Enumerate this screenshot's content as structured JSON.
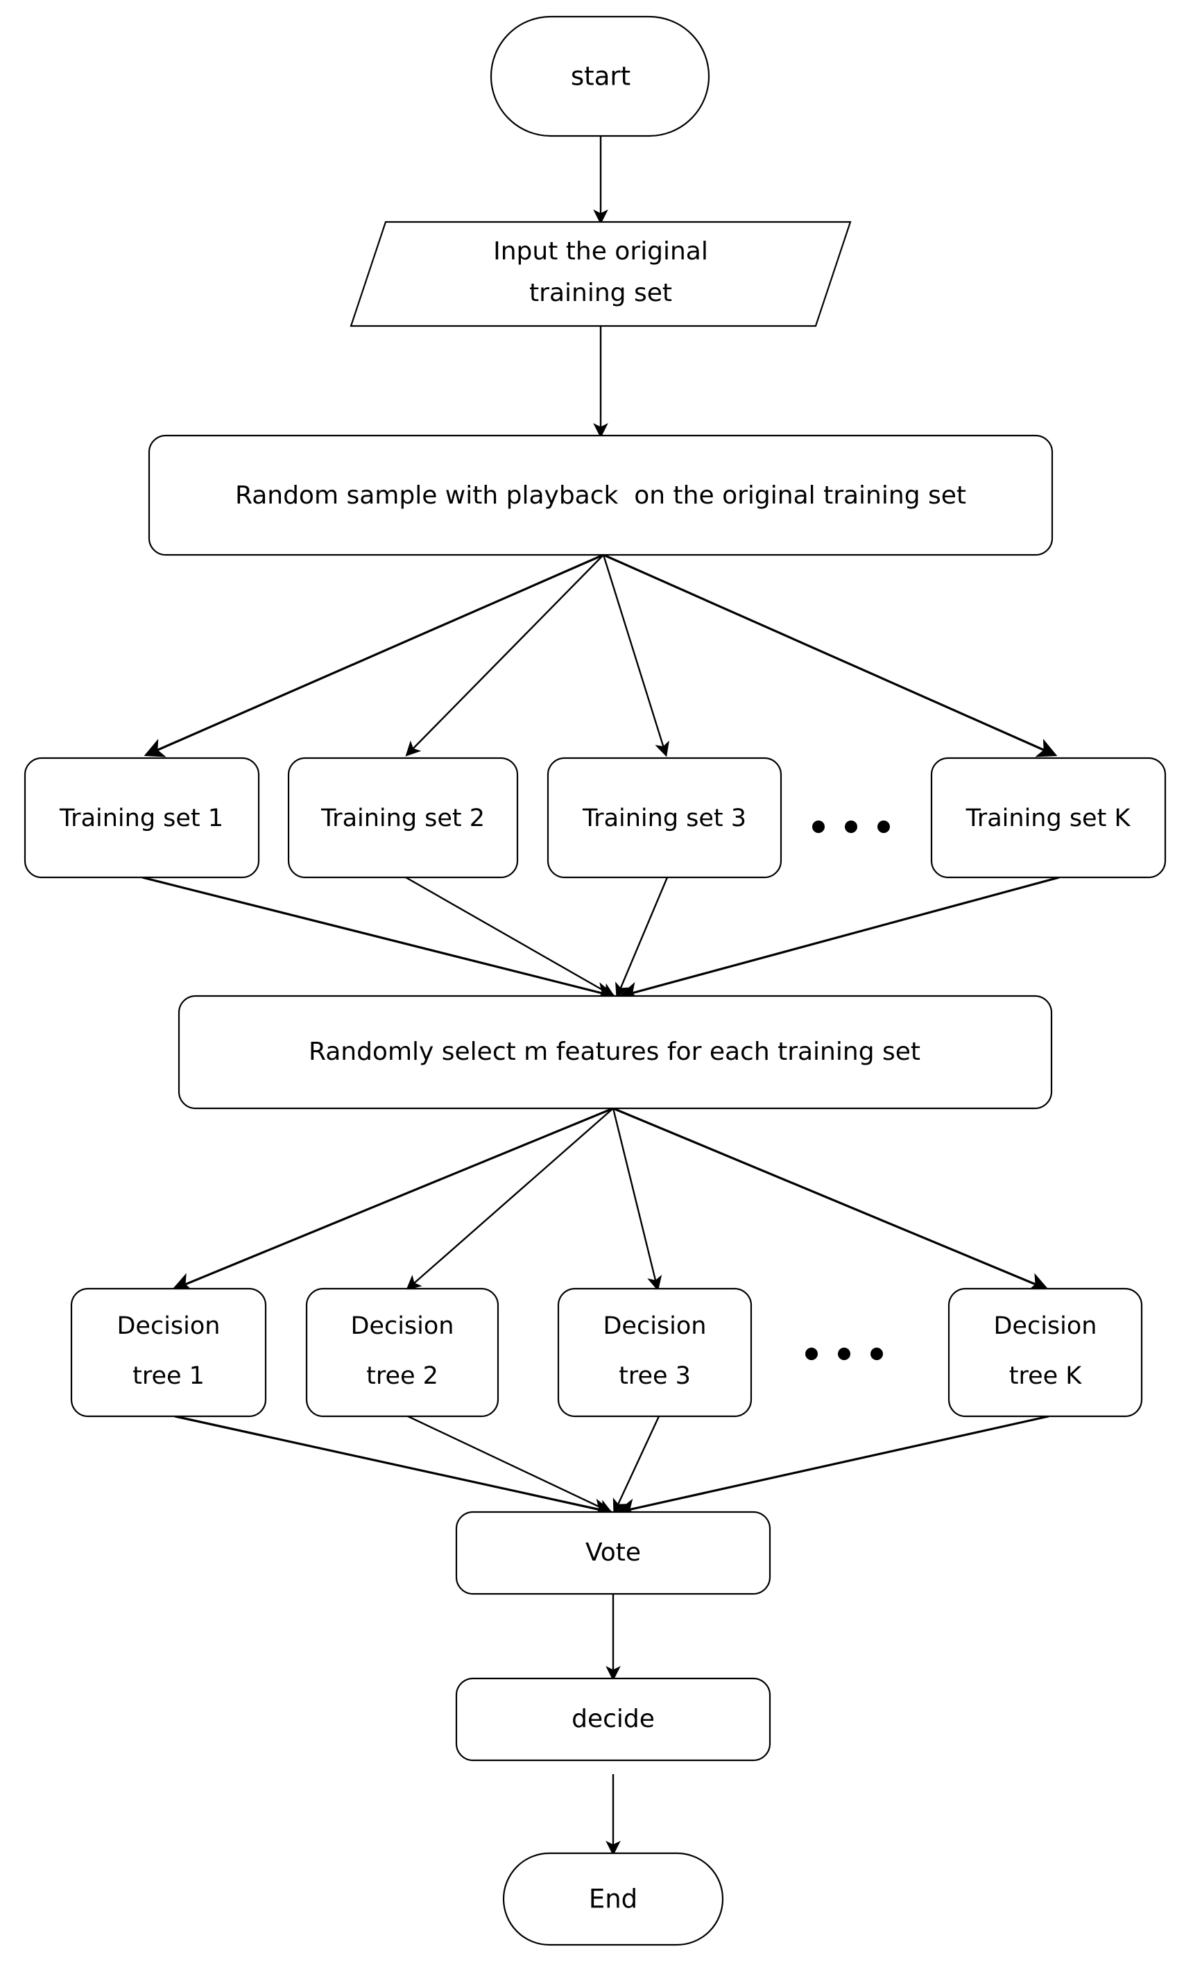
{
  "diagram": {
    "title": "Random Forest Algorithm Flowchart",
    "background_color": "#ffffff",
    "stroke_color": "#000000",
    "fill_color": "#ffffff"
  },
  "nodes": {
    "start": {
      "label": "start",
      "shape": "terminator"
    },
    "input": {
      "line1": "Input the original",
      "line2": "training set",
      "shape": "parallelogram"
    },
    "random_sample": {
      "label": "Random sample with playback  on the original training set",
      "shape": "rounded-rect"
    },
    "training_sets": [
      {
        "label": "Training set 1",
        "shape": "rounded-rect"
      },
      {
        "label": "Training set 2",
        "shape": "rounded-rect"
      },
      {
        "label": "Training set 3",
        "shape": "rounded-rect"
      },
      {
        "label": "Training set K",
        "shape": "rounded-rect"
      }
    ],
    "training_ellipsis": "• • •",
    "select_features": {
      "label": "Randomly select m features for each training set",
      "shape": "rounded-rect"
    },
    "decision_trees": [
      {
        "line1": "Decision",
        "line2": "tree 1",
        "shape": "rounded-rect"
      },
      {
        "line1": "Decision",
        "line2": "tree 2",
        "shape": "rounded-rect"
      },
      {
        "line1": "Decision",
        "line2": "tree 3",
        "shape": "rounded-rect"
      },
      {
        "line1": "Decision",
        "line2": "tree K",
        "shape": "rounded-rect"
      }
    ],
    "tree_ellipsis": "• • •",
    "vote": {
      "label": "Vote",
      "shape": "rounded-rect"
    },
    "decide": {
      "label": "decide",
      "shape": "rounded-rect"
    },
    "end": {
      "label": "End",
      "shape": "terminator"
    }
  }
}
